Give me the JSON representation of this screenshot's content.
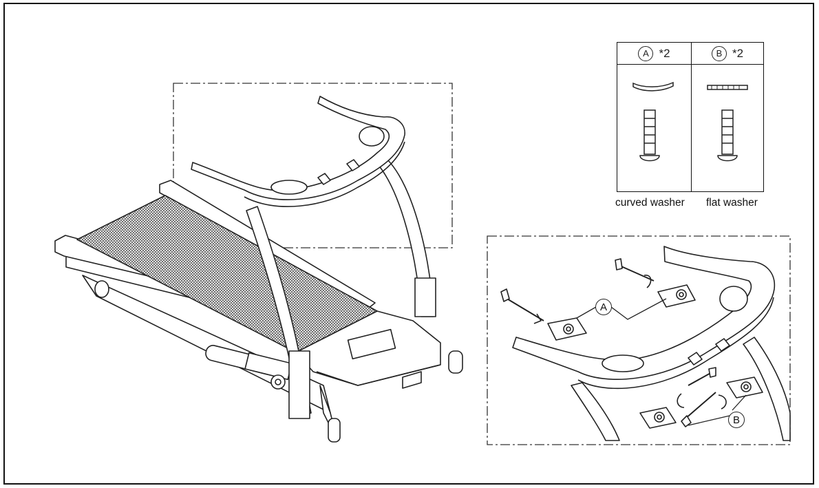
{
  "parts_table": {
    "columns": [
      {
        "letter": "A",
        "qty": "*2",
        "caption": "curved washer"
      },
      {
        "letter": "B",
        "qty": "*2",
        "caption": "flat washer"
      }
    ]
  },
  "detail_callouts": {
    "a": "A",
    "b": "B"
  },
  "colors": {
    "line": "#222222",
    "background": "#ffffff"
  }
}
